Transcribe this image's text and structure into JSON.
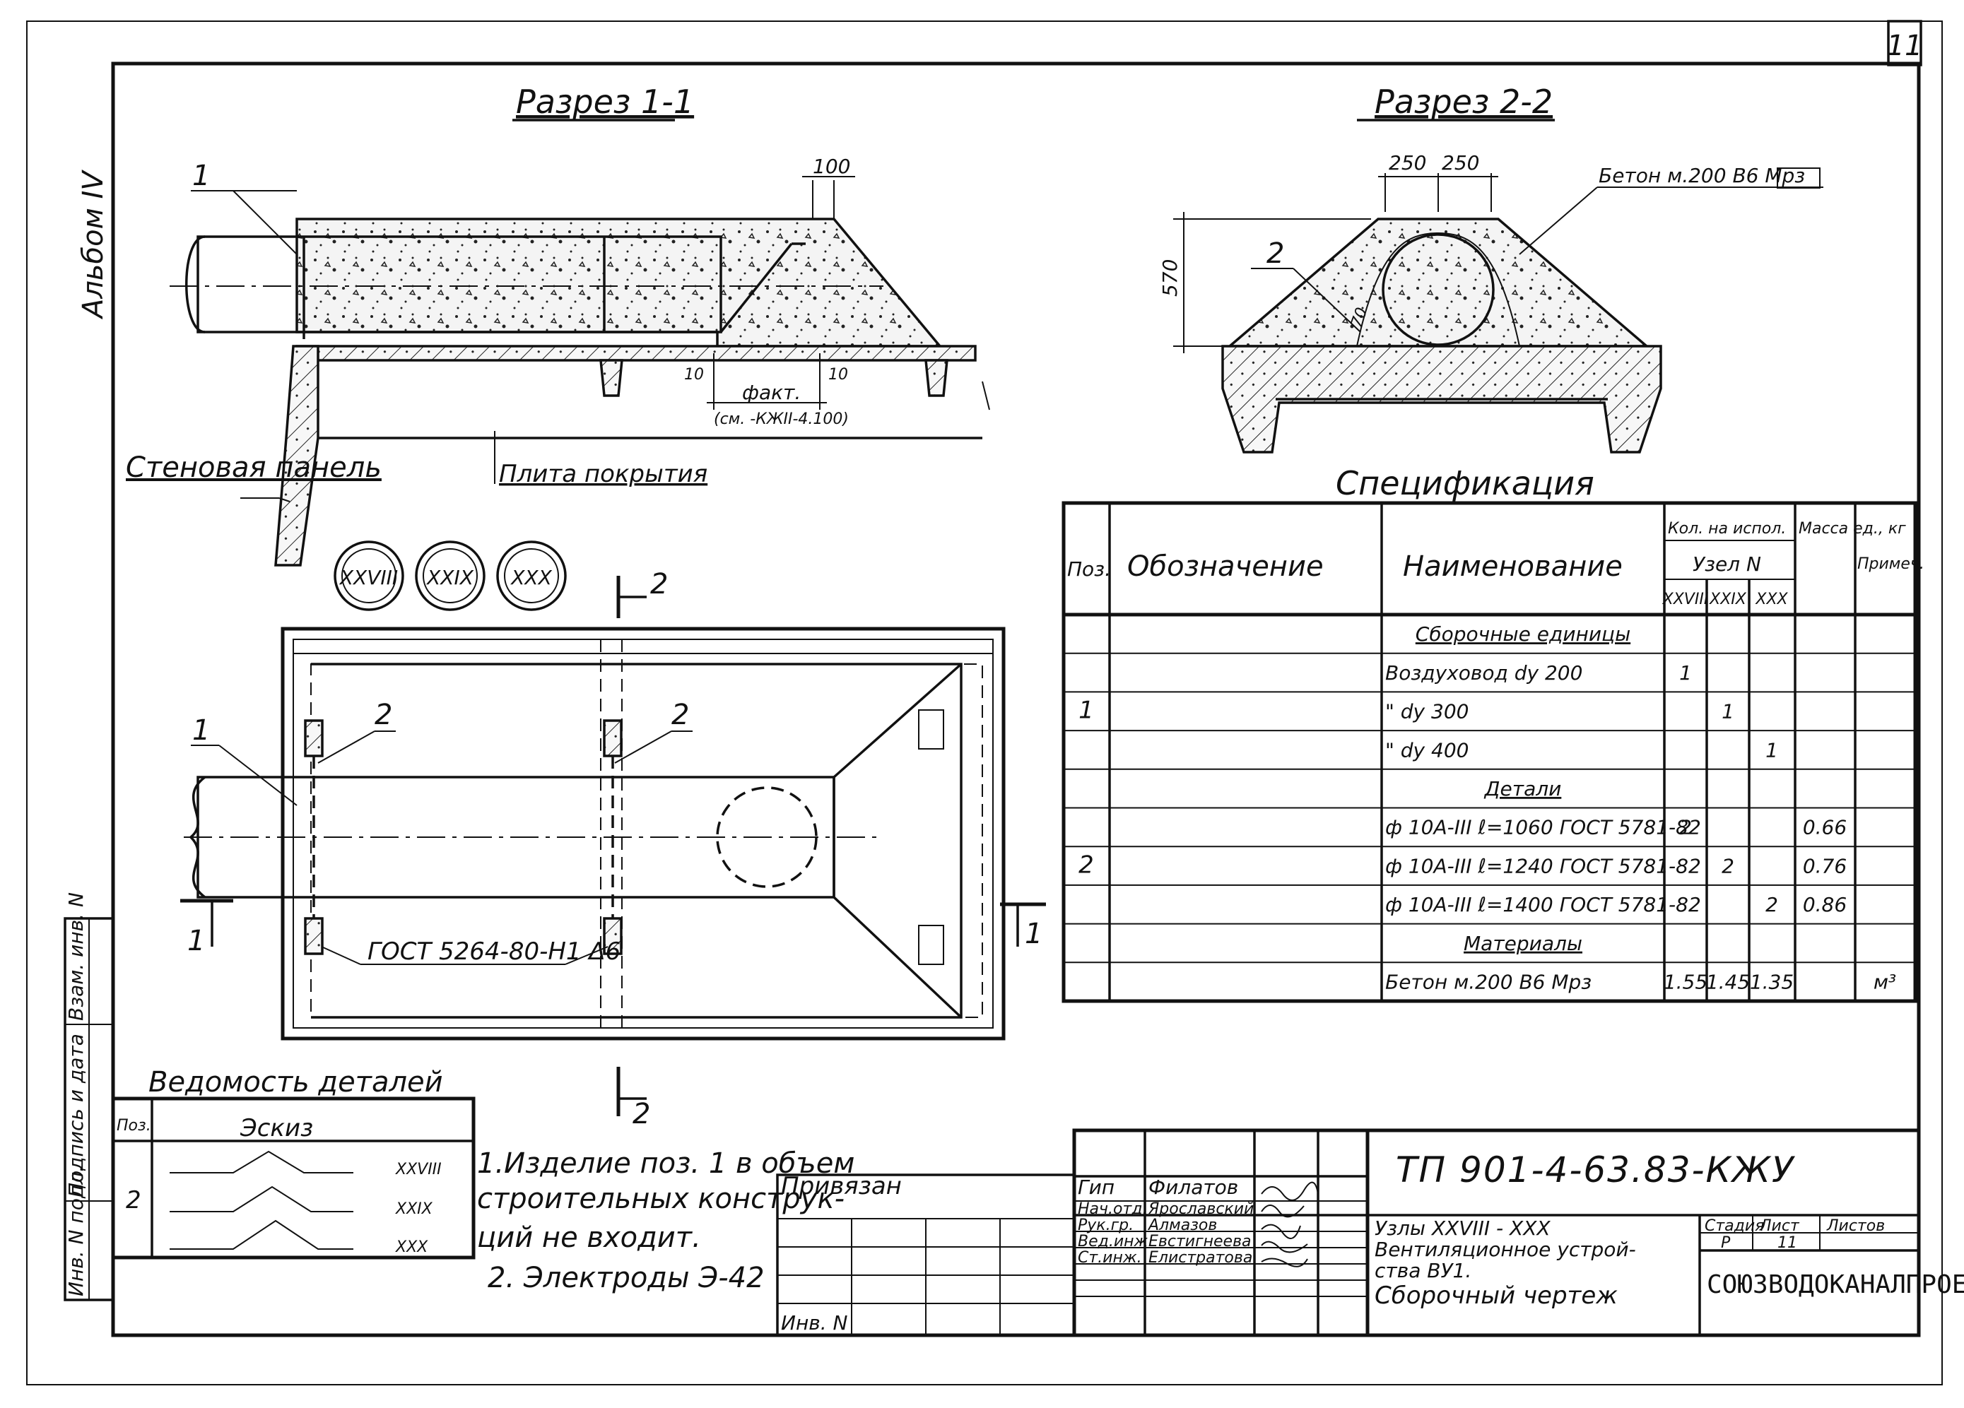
{
  "sheet": {
    "sheet_corner": "11",
    "album_label": "Альбом IV",
    "side_stamp": [
      "Инв. N подл.",
      "Подпись и дата",
      "Взам. инв. N"
    ]
  },
  "section_1_1": {
    "title": "Разрез 1-1",
    "dim_100": "100",
    "dim_10_left": "10",
    "dim_10_right": "10",
    "fact_label": "факт.",
    "fact_ref": "(см. -КЖII-4.100)",
    "callout_1": "1",
    "wall_panel": "Стеновая панель",
    "roof_slab": "Плита покрытия"
  },
  "section_2_2": {
    "title": "Разрез 2-2",
    "dim_250_left": "250",
    "dim_250_right": "250",
    "dim_570": "570",
    "dim_70": "70",
    "callout_2": "2",
    "concrete_label": "Бетон м.200 В6 Мрз"
  },
  "plan": {
    "node_marks": [
      "XXVIII",
      "XXIX",
      "XXX"
    ],
    "cut_2_top": "2",
    "cut_2_bottom": "2",
    "cut_1_left": "1",
    "cut_1_right": "1",
    "callout_1": "1",
    "callout_2a": "2",
    "callout_2b": "2",
    "gost_label": "ГОСТ 5264-80-Н1 Δ6"
  },
  "spec": {
    "title": "Спецификация",
    "head": {
      "pos": "Поз.",
      "designation": "Обозначение",
      "name": "Наименование",
      "code_group": "Кол. на испол.",
      "node": "Узел N",
      "variants": [
        "XXVIII",
        "XXIX",
        "XXX"
      ],
      "mass": "Масса ед., кг",
      "note": "Примеч."
    },
    "rows": [
      {
        "pos": "",
        "name": "Сборочные единицы",
        "c1": "",
        "c2": "",
        "c3": "",
        "mass": "",
        "note": "",
        "underline": true,
        "center": true
      },
      {
        "pos": "",
        "name": "Воздуховод      dу 200",
        "c1": "1",
        "c2": "",
        "c3": "",
        "mass": "",
        "note": ""
      },
      {
        "pos": "1",
        "name": "\"              dу 300",
        "c1": "",
        "c2": "1",
        "c3": "",
        "mass": "",
        "note": ""
      },
      {
        "pos": "",
        "name": "\"              dу 400",
        "c1": "",
        "c2": "",
        "c3": "1",
        "mass": "",
        "note": ""
      },
      {
        "pos": "",
        "name": "Детали",
        "c1": "",
        "c2": "",
        "c3": "",
        "mass": "",
        "note": "",
        "underline": true,
        "center": true
      },
      {
        "pos": "",
        "name": "ф 10А-III  ℓ=1060 ГОСТ 5781-82",
        "c1": "2",
        "c2": "",
        "c3": "",
        "mass": "0.66",
        "note": ""
      },
      {
        "pos": "2",
        "name": "ф 10А-III  ℓ=1240 ГОСТ 5781-82",
        "c1": "",
        "c2": "2",
        "c3": "",
        "mass": "0.76",
        "note": ""
      },
      {
        "pos": "",
        "name": "ф 10А-III  ℓ=1400 ГОСТ 5781-82",
        "c1": "",
        "c2": "",
        "c3": "2",
        "mass": "0.86",
        "note": ""
      },
      {
        "pos": "",
        "name": "Материалы",
        "c1": "",
        "c2": "",
        "c3": "",
        "mass": "",
        "note": "",
        "underline": true,
        "center": true
      },
      {
        "pos": "",
        "name": "Бетон м.200 В6 Мрз",
        "c1": "1.55",
        "c2": "1.45",
        "c3": "1.35",
        "mass": "",
        "note": "м³"
      }
    ]
  },
  "details_sheet": {
    "title": "Ведомость деталей",
    "col_pos": "Поз.",
    "col_sketch": "Эскиз",
    "pos": "2",
    "rows": [
      "XXVIII",
      "XXIX",
      "XXX"
    ]
  },
  "notes": [
    "1.Изделие поз. 1 в объем",
    "строительных конструк-",
    "ций не входит.",
    "2. Электроды Э-42"
  ],
  "title_block": {
    "bound_label": "Привязан",
    "inv_label": "Инв. N",
    "roles": [
      "Гип",
      "Нач.отд.",
      "Рук.гр.",
      "Вед.инж.",
      "Ст.инж."
    ],
    "names": [
      "Филатов",
      "Ярославский",
      "Алмазов",
      "Евстигнеева",
      "Елистратова"
    ],
    "code": "ТП 901-4-63.83-КЖУ",
    "description": [
      "Узлы XXVIII - XXX",
      "Вентиляционное устрой-",
      "ства ВУ1.",
      "Сборочный чертеж"
    ],
    "stage_label": "Стадия",
    "sheet_label": "Лист",
    "sheets_label": "Листов",
    "stage": "Р",
    "sheet": "11",
    "organization": "СОЮЗВОДОКАНАЛПРОЕКТ"
  }
}
